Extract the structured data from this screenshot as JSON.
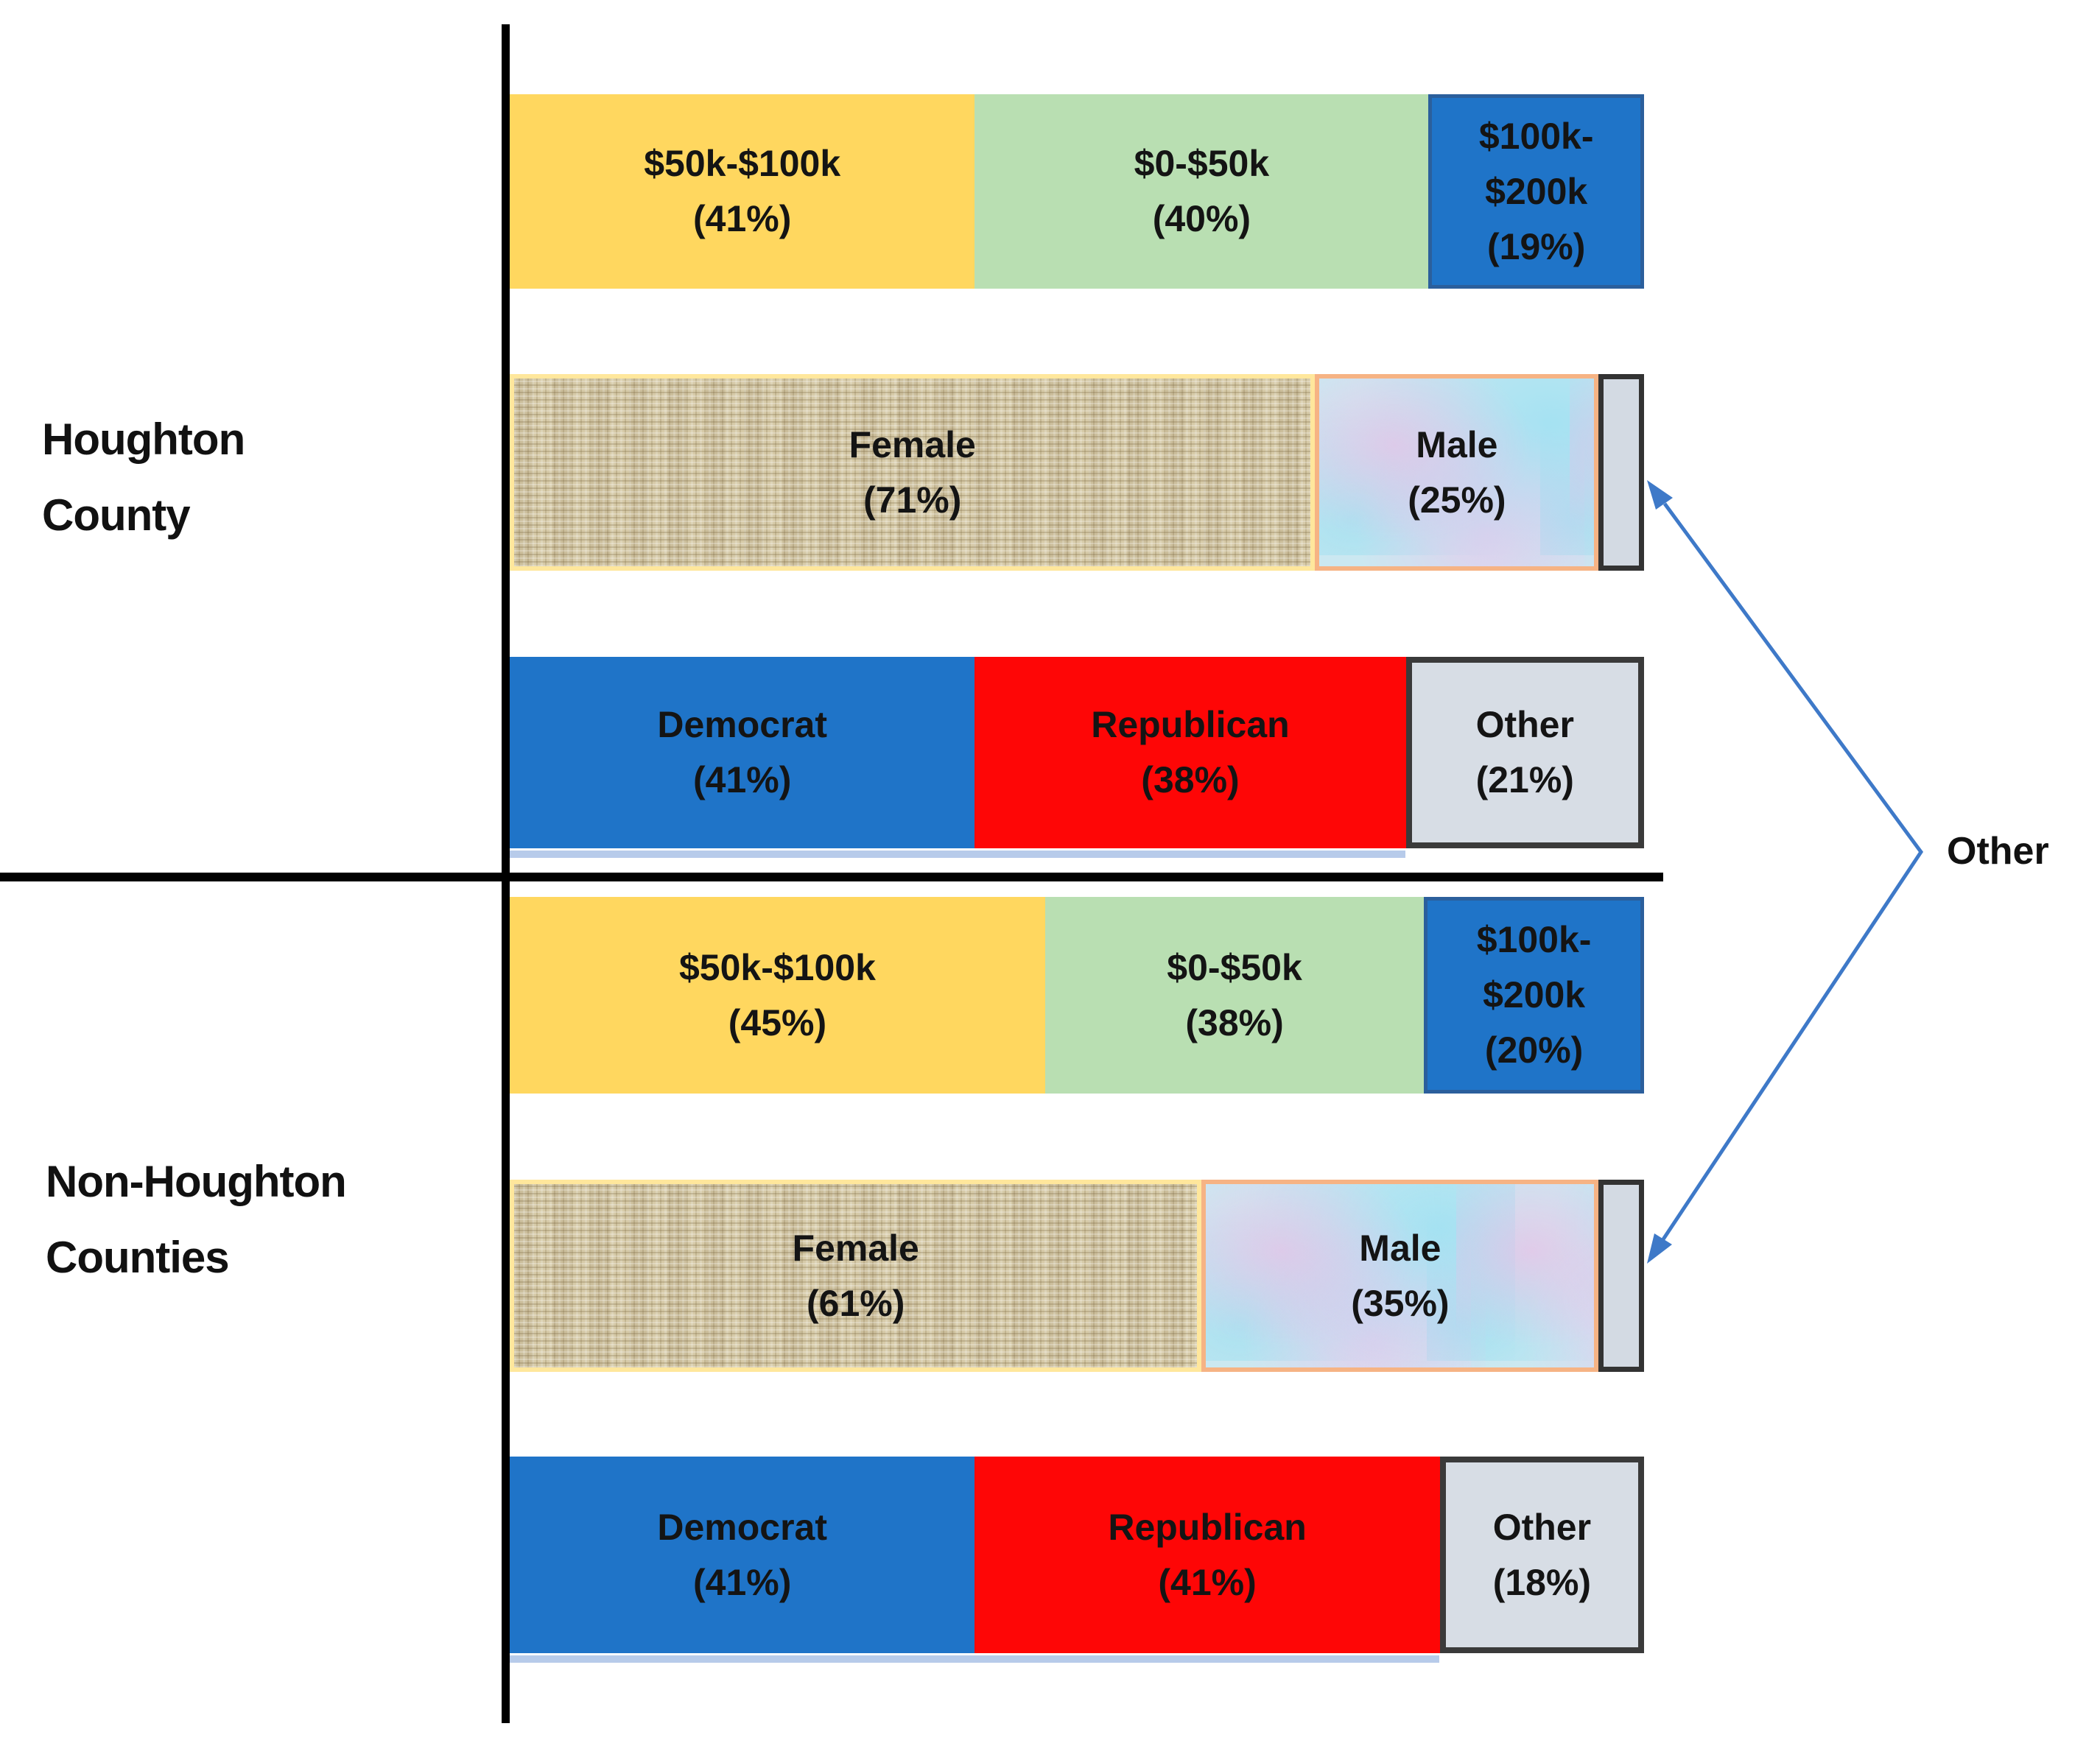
{
  "annotation": {
    "label": "Other",
    "points_to": [
      "houghton-gender-other-segment",
      "non-houghton-gender-other-segment"
    ]
  },
  "groups": [
    {
      "id": "houghton",
      "label_lines": [
        "Houghton",
        "County"
      ]
    },
    {
      "id": "non_houghton",
      "label_lines": [
        "Non-Houghton",
        "Counties"
      ]
    }
  ],
  "colors": {
    "income_mid_yellow": "#FFD75F",
    "income_low_green": "#B9DFB2",
    "income_high_blue": "#1F74C8",
    "income_high_blue_border": "#2B5F9C",
    "democrat_blue": "#1F74C8",
    "republican_red": "#FE0606",
    "other_gray": "#D7DDE5",
    "other_gray_border": "#3A3A3A",
    "female_tan": "#D6CAA8",
    "female_border_yellow": "#FFE79C",
    "male_pastel_blue": "#CBE8F1",
    "male_border_orange": "#F6B384",
    "arrow_blue": "#3E79C8",
    "axis_black": "#000000",
    "party_shadow_blue": "#B7CBEA"
  },
  "chart_data": {
    "type": "bar",
    "variant": "horizontal-stacked-percentage",
    "legend": "none",
    "grid": "off",
    "groups": [
      {
        "name": "Houghton County",
        "bars": [
          {
            "category": "income",
            "segments": [
              {
                "name": "50k-100k",
                "label": "$50k-$100k",
                "pct": 41,
                "value_text": "(41%)",
                "lines": [
                  "$50k-$100k",
                  "(41%)"
                ],
                "w": 0.41,
                "style": "yellow",
                "color": "#FFD75F"
              },
              {
                "name": "0-50k",
                "label": "$0-$50k",
                "pct": 40,
                "value_text": "(40%)",
                "lines": [
                  "$0-$50k",
                  "(40%)"
                ],
                "w": 0.4,
                "style": "green",
                "color": "#B9DFB2"
              },
              {
                "name": "100k-200k",
                "label": "$100k-$200k",
                "pct": 19,
                "value_text": "(19%)",
                "lines": [
                  "$100k-",
                  "$200k",
                  "(19%)"
                ],
                "w": 0.19,
                "style": "blue",
                "color": "#1F74C8"
              }
            ]
          },
          {
            "category": "gender",
            "segments": [
              {
                "name": "female",
                "label": "Female",
                "pct": 71,
                "value_text": "(71%)",
                "lines": [
                  "Female",
                  "(71%)"
                ],
                "w": 0.71,
                "style": "female",
                "color": "#D6CAA8"
              },
              {
                "name": "male",
                "label": "Male",
                "pct": 25,
                "value_text": "(25%)",
                "lines": [
                  "Male",
                  "(25%)"
                ],
                "w": 0.25,
                "style": "male",
                "color": "#CBE8F1"
              },
              {
                "name": "other",
                "label": "Other",
                "pct": 4,
                "value_text": "",
                "lines": [],
                "w": 0.04,
                "style": "gray-small",
                "color": "#D3DAE3"
              }
            ]
          },
          {
            "category": "party",
            "segments": [
              {
                "name": "democrat",
                "label": "Democrat",
                "pct": 41,
                "value_text": "(41%)",
                "lines": [
                  "Democrat",
                  "(41%)"
                ],
                "w": 0.41,
                "style": "dem",
                "color": "#1F74C8"
              },
              {
                "name": "republican",
                "label": "Republican",
                "pct": 38,
                "value_text": "(38%)",
                "lines": [
                  "Republican",
                  "(38%)"
                ],
                "w": 0.38,
                "style": "rep",
                "color": "#FE0606"
              },
              {
                "name": "other",
                "label": "Other",
                "pct": 21,
                "value_text": "(21%)",
                "lines": [
                  "Other",
                  "(21%)"
                ],
                "w": 0.21,
                "style": "other",
                "color": "#D7DDE5"
              }
            ]
          }
        ]
      },
      {
        "name": "Non-Houghton Counties",
        "bars": [
          {
            "category": "income",
            "segments": [
              {
                "name": "50k-100k",
                "label": "$50k-$100k",
                "pct": 45,
                "value_text": "(45%)",
                "lines": [
                  "$50k-$100k",
                  "(45%)"
                ],
                "w": 0.472,
                "style": "yellow",
                "color": "#FFD75F"
              },
              {
                "name": "0-50k",
                "label": "$0-$50k",
                "pct": 38,
                "value_text": "(38%)",
                "lines": [
                  "$0-$50k",
                  "(38%)"
                ],
                "w": 0.334,
                "style": "green",
                "color": "#B9DFB2"
              },
              {
                "name": "100k-200k",
                "label": "$100k-$200k",
                "pct": 20,
                "value_text": "(20%)",
                "lines": [
                  "$100k-",
                  "$200k",
                  "(20%)"
                ],
                "w": 0.194,
                "style": "blue",
                "color": "#1F74C8"
              }
            ]
          },
          {
            "category": "gender",
            "segments": [
              {
                "name": "female",
                "label": "Female",
                "pct": 61,
                "value_text": "(61%)",
                "lines": [
                  "Female",
                  "(61%)"
                ],
                "w": 0.61,
                "style": "female",
                "color": "#D6CAA8"
              },
              {
                "name": "male",
                "label": "Male",
                "pct": 35,
                "value_text": "(35%)",
                "lines": [
                  "Male",
                  "(35%)"
                ],
                "w": 0.35,
                "style": "male",
                "color": "#CBE8F1"
              },
              {
                "name": "other",
                "label": "Other",
                "pct": 4,
                "value_text": "",
                "lines": [],
                "w": 0.04,
                "style": "gray-small",
                "color": "#D3DAE3"
              }
            ]
          },
          {
            "category": "party",
            "segments": [
              {
                "name": "democrat",
                "label": "Democrat",
                "pct": 41,
                "value_text": "(41%)",
                "lines": [
                  "Democrat",
                  "(41%)"
                ],
                "w": 0.41,
                "style": "dem",
                "color": "#1F74C8"
              },
              {
                "name": "republican",
                "label": "Republican",
                "pct": 41,
                "value_text": "(41%)",
                "lines": [
                  "Republican",
                  "(41%)"
                ],
                "w": 0.41,
                "style": "rep",
                "color": "#FE0606"
              },
              {
                "name": "other",
                "label": "Other",
                "pct": 18,
                "value_text": "(18%)",
                "lines": [
                  "Other",
                  "(18%)"
                ],
                "w": 0.18,
                "style": "other",
                "color": "#D7DDE5"
              }
            ]
          }
        ]
      }
    ]
  }
}
